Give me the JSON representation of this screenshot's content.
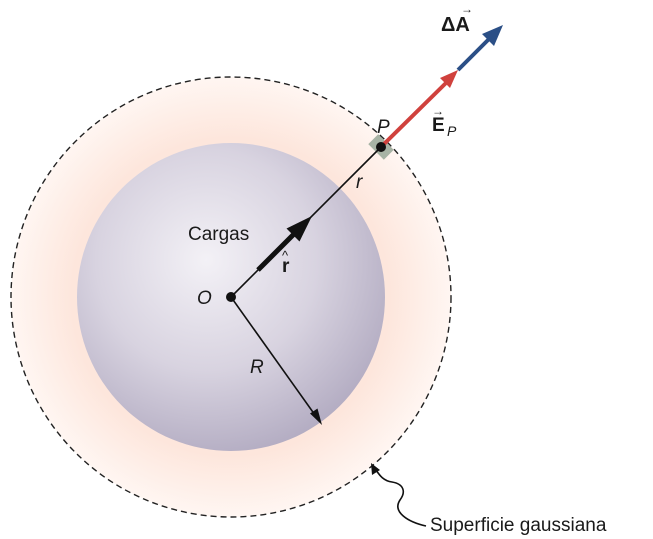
{
  "labels": {
    "charges": "Cargas",
    "origin": "O",
    "point": "P",
    "r_small": "r",
    "r_big": "R",
    "r_hat": "r",
    "delta_a": "ΔA",
    "e_field": "E",
    "e_sub": "P",
    "surface": "Superficie gaussiana"
  },
  "colors": {
    "charge_sphere": "#cfcad9",
    "gaussian_fill": "#fde6dc",
    "e_arrow": "#d0413d",
    "area_arrow": "#2b4f86",
    "surface_patch": "#a7b3a5"
  }
}
